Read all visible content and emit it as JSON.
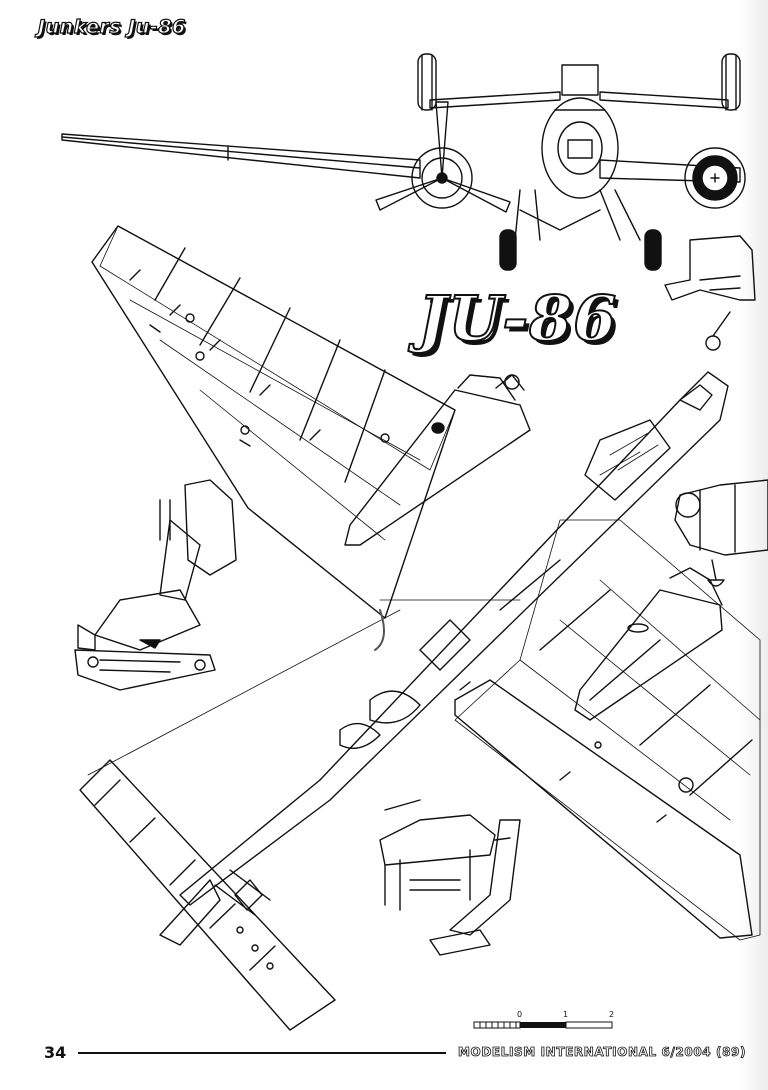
{
  "header": {
    "title": "Junkers Ju-86"
  },
  "drawing": {
    "title": "JU-86"
  },
  "scale": {
    "ticks": [
      "0",
      "1",
      "2"
    ]
  },
  "footer": {
    "page_number": "34",
    "credit": "MODELISM INTERNATIONAL 6/2004 (89)"
  }
}
